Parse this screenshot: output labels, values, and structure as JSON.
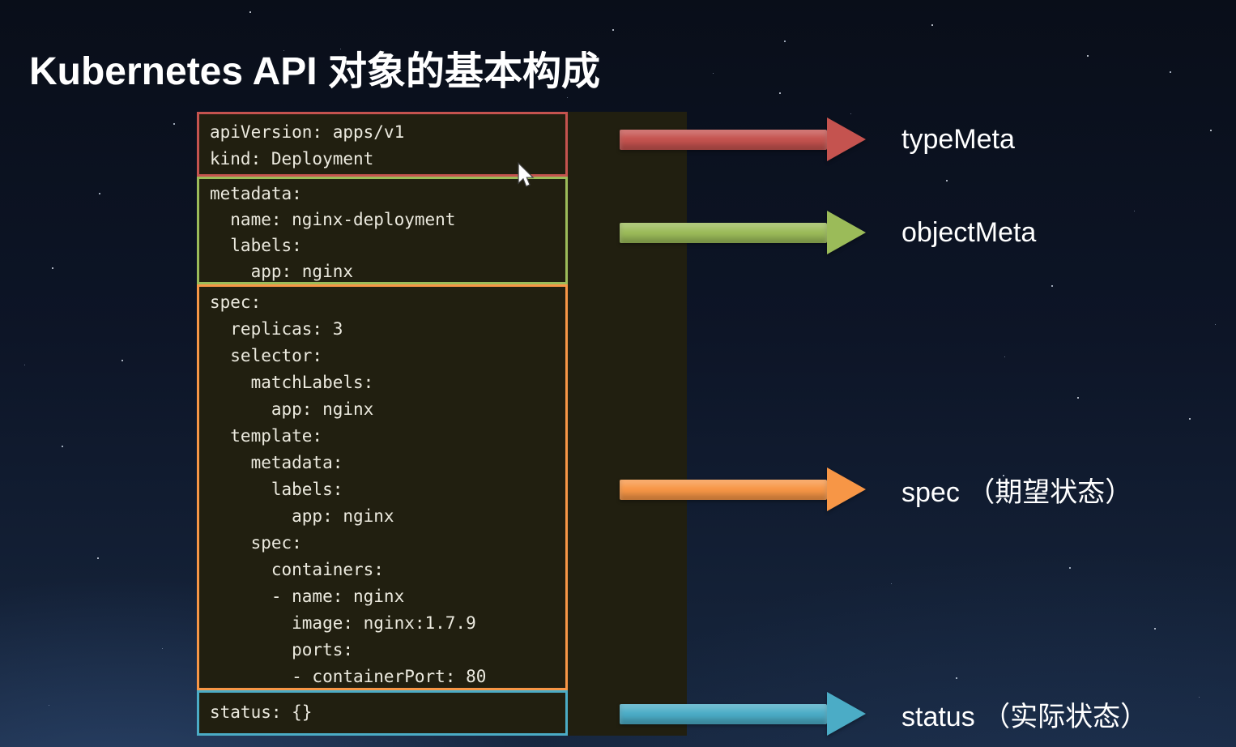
{
  "title": "Kubernetes API 对象的基本构成",
  "colors": {
    "background": "#0d1527",
    "panel": "#211f10",
    "typeMeta": "#c5534f",
    "objectMeta": "#9bbb59",
    "spec": "#f79646",
    "status": "#4bacc6"
  },
  "code_sections": [
    {
      "id": "typeMeta",
      "lines": [
        "apiVersion: apps/v1",
        "kind: Deployment"
      ]
    },
    {
      "id": "objectMeta",
      "lines": [
        "metadata:",
        "  name: nginx-deployment",
        "  labels:",
        "    app: nginx"
      ]
    },
    {
      "id": "spec",
      "lines": [
        "spec:",
        "  replicas: 3",
        "  selector:",
        "    matchLabels:",
        "      app: nginx",
        "  template:",
        "    metadata:",
        "      labels:",
        "        app: nginx",
        "    spec:",
        "      containers:",
        "      - name: nginx",
        "        image: nginx:1.7.9",
        "        ports:",
        "        - containerPort: 80"
      ]
    },
    {
      "id": "status",
      "lines": [
        "status: {}"
      ]
    }
  ],
  "annotations": [
    {
      "id": "typeMeta",
      "label": "typeMeta"
    },
    {
      "id": "objectMeta",
      "label": "objectMeta"
    },
    {
      "id": "spec",
      "label": "spec （期望状态）"
    },
    {
      "id": "status",
      "label": "status （实际状态）"
    }
  ]
}
